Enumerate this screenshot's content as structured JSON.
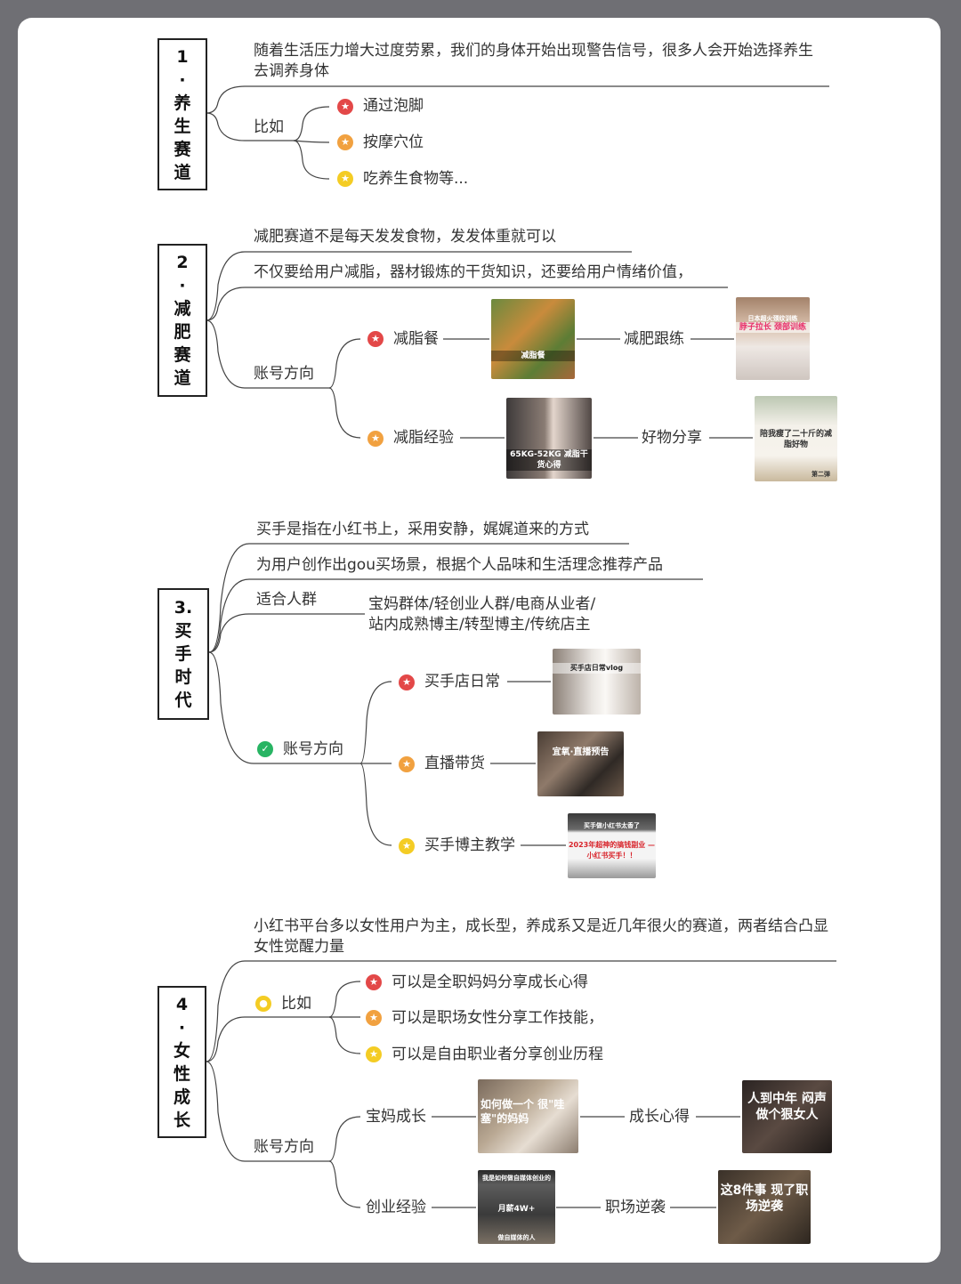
{
  "colors": {
    "red_star": "#e34848",
    "orange_star": "#f1a140",
    "yellow_star": "#f4cc24",
    "check": "#28b463"
  },
  "sections": [
    {
      "title_chars": [
        "1",
        "·",
        "养",
        "生",
        "赛",
        "道"
      ],
      "intro": "随着生活压力增大过度劳累，我们的身体开始出现警告信号，很多人会开始选择养生去调养身体",
      "group_label": "比如",
      "items": [
        "通过泡脚",
        "按摩穴位",
        "吃养生食物等..."
      ]
    },
    {
      "title_chars": [
        "2",
        "·",
        "减",
        "肥",
        "赛",
        "道"
      ],
      "lines": [
        "减肥赛道不是每天发发食物，发发体重就可以",
        "不仅要给用户减脂，器材锻炼的干货知识，还要给用户情绪价值，"
      ],
      "group_label": "账号方向",
      "rows": [
        {
          "label": "减脂餐",
          "next": "减肥跟练",
          "thumb_a_text": "减脂餐",
          "thumb_b_text": "脖子拉长 颈部训练",
          "thumb_b_top": "日本超火颈纹训练"
        },
        {
          "label": "减脂经验",
          "next": "好物分享",
          "thumb_a_text": "65KG-52KG 减脂干货心得",
          "thumb_b_text": "陪我瘦了二十斤的减脂好物",
          "thumb_b_sub": "第二弹"
        }
      ]
    },
    {
      "title_chars": [
        "3.",
        "买",
        "手",
        "时",
        "代"
      ],
      "lines": [
        "买手是指在小红书上，采用安静，娓娓道来的方式",
        "为用户创作出gou买场景，根据个人品味和生活理念推荐产品"
      ],
      "crowd_label": "适合人群",
      "crowd_text": [
        "宝妈群体/轻创业人群/电商从业者/",
        "站内成熟博主/转型博主/传统店主"
      ],
      "group_label": "账号方向",
      "rows": [
        {
          "label": "买手店日常",
          "thumb_text": "买手店日常vlog"
        },
        {
          "label": "直播带货",
          "thumb_text": "宜氧·直播预告"
        },
        {
          "label": "买手博主教学",
          "thumb_text": "2023年超神的搞钱副业 —小红书买手！！",
          "thumb_top": "买手做小红书太香了"
        }
      ]
    },
    {
      "title_chars": [
        "4",
        "·",
        "女",
        "性",
        "成",
        "长"
      ],
      "intro": "小红书平台多以女性用户为主，成长型，养成系又是近几年很火的赛道，两者结合凸显女性觉醒力量",
      "group_label": "比如",
      "items": [
        "可以是全职妈妈分享成长心得",
        "可以是职场女性分享工作技能，",
        "可以是自由职业者分享创业历程"
      ],
      "dir_label": "账号方向",
      "rows": [
        {
          "label": "宝妈成长",
          "next": "成长心得",
          "thumb_a_text": "如何做一个 很\"哇塞\"的妈妈",
          "thumb_b_text": "人到中年 闷声做个狠女人"
        },
        {
          "label": "创业经验",
          "next": "职场逆袭",
          "thumb_a_text": "月薪4W+",
          "thumb_a_top": "我是如何做自媒体创业的",
          "thumb_a_bottom": "做自媒体的人",
          "thumb_b_text": "这8件事 现了职场逆袭"
        }
      ]
    }
  ]
}
